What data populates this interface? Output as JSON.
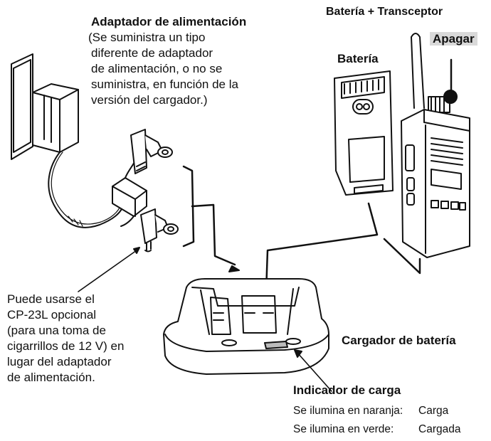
{
  "adapter": {
    "title": "Adaptador de alimentación",
    "note_lines": [
      "(Se suministra un tipo",
      "diferente de adaptador",
      "de alimentación, o no se",
      "suministra, en función de la",
      "versión del cargador.)"
    ]
  },
  "battery_transceiver": {
    "title": "Batería + Transceptor",
    "power_off": "Apagar",
    "battery": "Batería"
  },
  "charger": {
    "title": "Cargador de batería"
  },
  "optional": {
    "lines": [
      "Puede usarse el",
      "CP-23L opcional",
      "(para una toma de",
      "cigarrillos de 12 V) en",
      "lugar del adaptador",
      "de alimentación."
    ]
  },
  "indicator": {
    "title": "Indicador de carga",
    "rows": [
      {
        "label": "Se ilumina en naranja:",
        "value": "Carga"
      },
      {
        "label": "Se ilumina en verde:",
        "value": "Cargada"
      }
    ]
  }
}
